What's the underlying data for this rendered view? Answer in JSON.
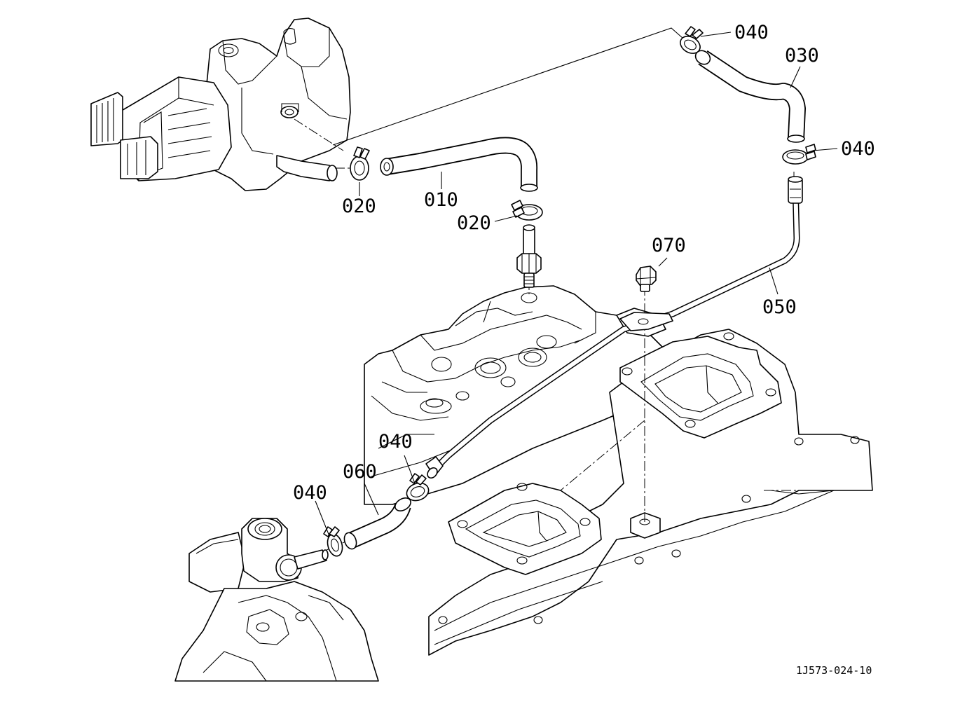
{
  "labels": {
    "p010": "010",
    "p020a": "020",
    "p020b": "020",
    "p030": "030",
    "p040a": "040",
    "p040b": "040",
    "p040c": "040",
    "p040d": "040",
    "p050": "050",
    "p060": "060",
    "p070": "070"
  },
  "figure_code": "1J573-024-10"
}
